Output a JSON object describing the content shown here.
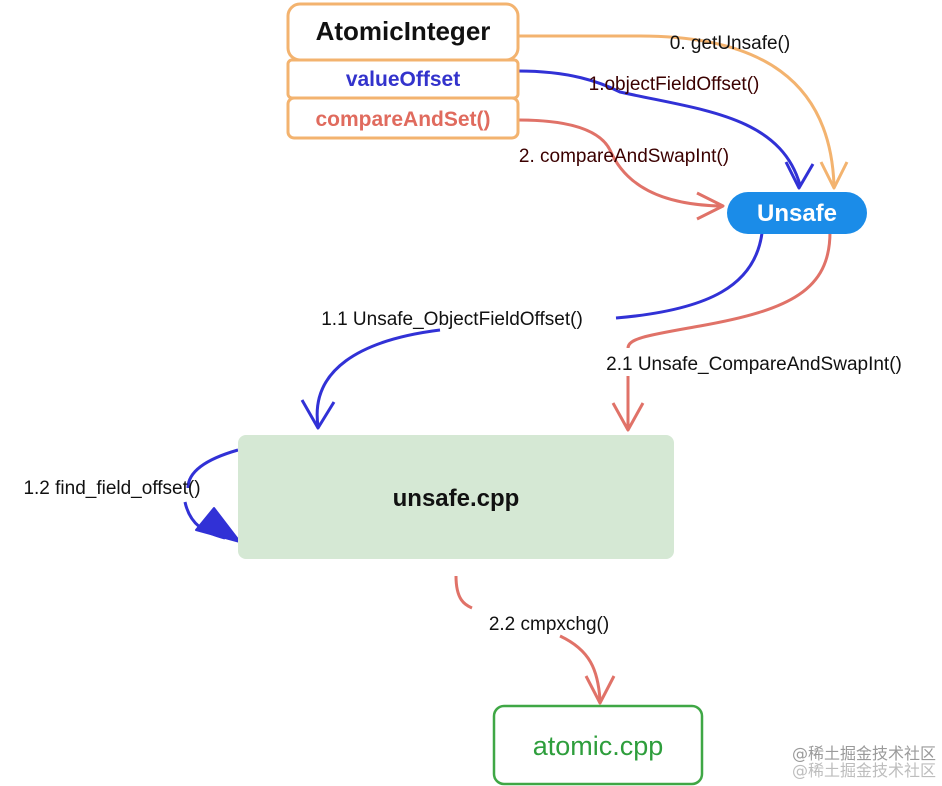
{
  "colors": {
    "orange": "#f3b36f",
    "blue": "#3131d6",
    "red": "#e07268",
    "unsafe_fill": "#1b8ce8",
    "cpp_fill": "#d5e8d4",
    "atomic_border": "#3fa745",
    "atomic_text": "#2e9e3c",
    "value_text": "#3333cc",
    "compare_text": "#e06b5e",
    "label_dark": "#3b0000"
  },
  "nodes": {
    "class_header": "AtomicInteger",
    "value_offset": "valueOffset",
    "compare_and_set": "compareAndSet()",
    "unsafe": "Unsafe",
    "unsafe_cpp": "unsafe.cpp",
    "atomic_cpp": "atomic.cpp"
  },
  "edges": {
    "get_unsafe": "0. getUnsafe()",
    "object_field_offset": "1.objectFieldOffset()",
    "compare_and_swap_int": "2. compareAndSwapInt()",
    "unsafe_object_field_offset": "1.1 Unsafe_ObjectFieldOffset()",
    "unsafe_compare_and_swap_int": "2.1 Unsafe_CompareAndSwapInt()",
    "find_field_offset": "1.2 find_field_offset()",
    "cmpxchg": "2.2 cmpxchg()"
  },
  "watermark": "@稀土掘金技术社区"
}
